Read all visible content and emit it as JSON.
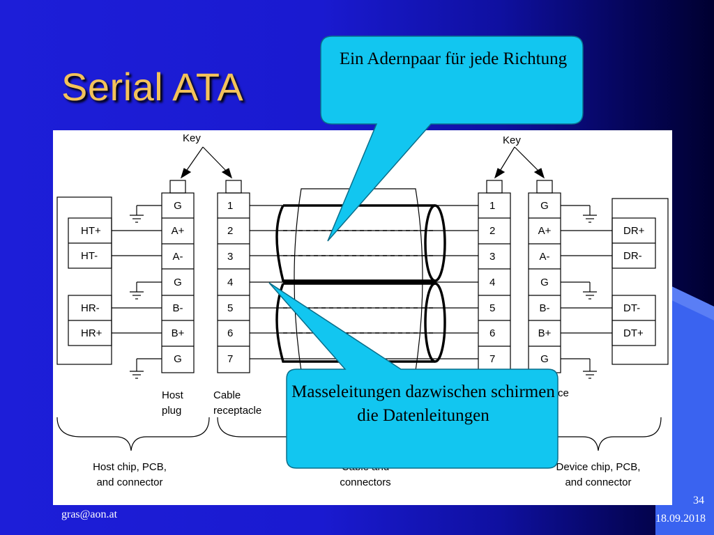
{
  "slide": {
    "title": "Serial ATA",
    "footer": {
      "email": "gras@aon.at",
      "page_number": "34",
      "date": "18.09.2018"
    }
  },
  "callouts": {
    "top": "Ein Adernpaar für jede Richtung",
    "bottom": "Masseleitungen dazwischen schirmen die Datenleitungen"
  },
  "diagram": {
    "key_left": "Key",
    "key_right": "Key",
    "host_signals": [
      "HT+",
      "HT-",
      "HR-",
      "HR+"
    ],
    "device_signals": [
      "DR+",
      "DR-",
      "DT-",
      "DT+"
    ],
    "host_plug_pins": [
      "G",
      "A+",
      "A-",
      "G",
      "B-",
      "B+",
      "G"
    ],
    "cable_receptacle_pins": [
      "1",
      "2",
      "3",
      "4",
      "5",
      "6",
      "7"
    ],
    "device_receptacle_pins": [
      "1",
      "2",
      "3",
      "4",
      "5",
      "6",
      "7"
    ],
    "device_plug_pins": [
      "G",
      "A+",
      "A-",
      "G",
      "B-",
      "B+",
      "G"
    ],
    "labels": {
      "host_plug_1": "Host",
      "host_plug_2": "plug",
      "cable_receptacle_1": "Cable",
      "cable_receptacle_2": "receptacle",
      "device_partial": "ce",
      "host_group_1": "Host chip, PCB,",
      "host_group_2": "and connector",
      "cable_group_1": "Cable and",
      "cable_group_2": "connectors",
      "device_group_1": "Device chip, PCB,",
      "device_group_2": "and connector"
    }
  }
}
